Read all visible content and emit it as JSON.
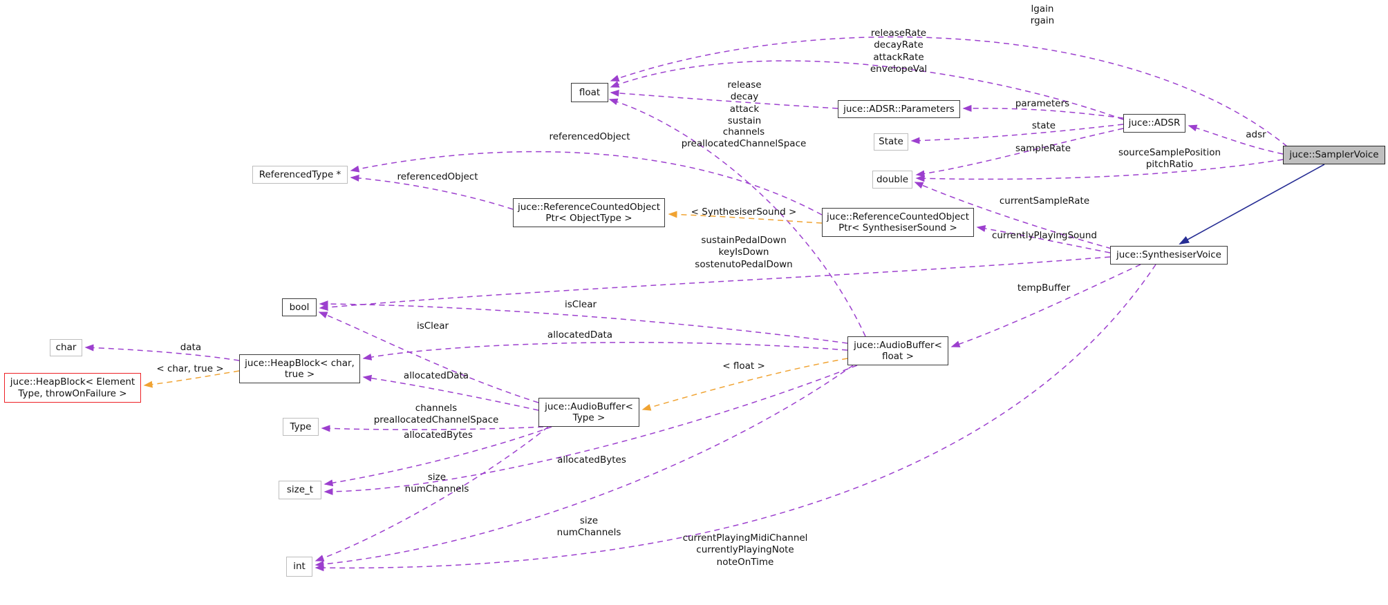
{
  "diagram": {
    "kind": "doxygen-collaboration-graph",
    "focus_class": "juce::SamplerVoice",
    "colors": {
      "usage_edge": "#9c3fce",
      "template_edge": "#f0a332",
      "inheritance_edge": "#262d94",
      "current_node_fill": "#bfbfbf",
      "error_node_border": "#ed1f24"
    },
    "nodes": [
      {
        "id": "n_float",
        "label": "float",
        "kind": "typedark"
      },
      {
        "id": "n_params",
        "label": "juce::ADSR::Parameters",
        "kind": "class"
      },
      {
        "id": "n_state",
        "label": "State",
        "kind": "type"
      },
      {
        "id": "n_double",
        "label": "double",
        "kind": "type"
      },
      {
        "id": "n_adsr",
        "label": "juce::ADSR",
        "kind": "class"
      },
      {
        "id": "n_sampler",
        "label": "juce::SamplerVoice",
        "kind": "current"
      },
      {
        "id": "n_synthvoice",
        "label": "juce::SynthesiserVoice",
        "kind": "class"
      },
      {
        "id": "n_reftype",
        "label": "ReferencedType *",
        "kind": "type"
      },
      {
        "id": "n_rcop_obj",
        "label": "juce::ReferenceCountedObject\nPtr< ObjectType >",
        "kind": "class"
      },
      {
        "id": "n_rcop_ss",
        "label": "juce::ReferenceCountedObject\nPtr< SynthesiserSound >",
        "kind": "class"
      },
      {
        "id": "n_bool",
        "label": "bool",
        "kind": "typedark"
      },
      {
        "id": "n_char",
        "label": "char",
        "kind": "type"
      },
      {
        "id": "n_heap_char",
        "label": "juce::HeapBlock< char,\ntrue >",
        "kind": "class"
      },
      {
        "id": "n_heap_elem",
        "label": "juce::HeapBlock< Element\nType, throwOnFailure >",
        "kind": "error"
      },
      {
        "id": "n_ab_float",
        "label": "juce::AudioBuffer<\nfloat >",
        "kind": "class"
      },
      {
        "id": "n_ab_type",
        "label": "juce::AudioBuffer<\nType >",
        "kind": "class"
      },
      {
        "id": "n_type",
        "label": "Type",
        "kind": "type"
      },
      {
        "id": "n_sizet",
        "label": "size_t",
        "kind": "type"
      },
      {
        "id": "n_int",
        "label": "int",
        "kind": "type"
      }
    ],
    "edges": [
      {
        "id": "e_lgain",
        "from": "n_sampler",
        "to": "n_float",
        "label": "lgain\nrgain",
        "style": "usage"
      },
      {
        "id": "e_releaseRates",
        "from": "n_adsr",
        "to": "n_float",
        "label": "releaseRate\ndecayRate\nattackRate\nenvelopeVal",
        "style": "usage"
      },
      {
        "id": "e_release",
        "from": "n_params",
        "to": "n_float",
        "label": "release\ndecay\nattack\nsustain",
        "style": "usage"
      },
      {
        "id": "e_channels_f",
        "from": "n_ab_float",
        "to": "n_float",
        "label": "channels\npreallocatedChannelSpace",
        "style": "usage"
      },
      {
        "id": "e_parameters",
        "from": "n_adsr",
        "to": "n_params",
        "label": "parameters",
        "style": "usage"
      },
      {
        "id": "e_state",
        "from": "n_adsr",
        "to": "n_state",
        "label": "state",
        "style": "usage"
      },
      {
        "id": "e_sampleRate",
        "from": "n_adsr",
        "to": "n_double",
        "label": "sampleRate",
        "style": "usage"
      },
      {
        "id": "e_adsr",
        "from": "n_sampler",
        "to": "n_adsr",
        "label": "adsr",
        "style": "usage"
      },
      {
        "id": "e_srcpos",
        "from": "n_sampler",
        "to": "n_double",
        "label": "sourceSamplePosition\npitchRatio",
        "style": "usage"
      },
      {
        "id": "e_curSR",
        "from": "n_synthvoice",
        "to": "n_double",
        "label": "currentSampleRate",
        "style": "usage"
      },
      {
        "id": "e_curSound",
        "from": "n_synthvoice",
        "to": "n_rcop_ss",
        "label": "currentlyPlayingSound",
        "style": "usage"
      },
      {
        "id": "e_pedals",
        "from": "n_synthvoice",
        "to": "n_bool",
        "label": "sustainPedalDown\nkeyIsDown\nsostenutoPedalDown",
        "style": "usage"
      },
      {
        "id": "e_tempBuffer",
        "from": "n_synthvoice",
        "to": "n_ab_float",
        "label": "tempBuffer",
        "style": "usage"
      },
      {
        "id": "e_midi",
        "from": "n_synthvoice",
        "to": "n_int",
        "label": "currentPlayingMidiChannel\ncurrentlyPlayingNote\nnoteOnTime",
        "style": "usage"
      },
      {
        "id": "e_refobj1",
        "from": "n_rcop_ss",
        "to": "n_reftype",
        "label": "referencedObject",
        "style": "usage"
      },
      {
        "id": "e_refobj2",
        "from": "n_rcop_obj",
        "to": "n_reftype",
        "label": "referencedObject",
        "style": "usage"
      },
      {
        "id": "e_tmpl_ss",
        "from": "n_rcop_ss",
        "to": "n_rcop_obj",
        "label": "< SynthesiserSound >",
        "style": "template"
      },
      {
        "id": "e_isClear1",
        "from": "n_ab_float",
        "to": "n_bool",
        "label": "isClear",
        "style": "usage"
      },
      {
        "id": "e_allocData1",
        "from": "n_ab_float",
        "to": "n_heap_char",
        "label": "allocatedData",
        "style": "usage"
      },
      {
        "id": "e_isClear2",
        "from": "n_ab_type",
        "to": "n_bool",
        "label": "isClear",
        "style": "usage"
      },
      {
        "id": "e_allocData2",
        "from": "n_ab_type",
        "to": "n_heap_char",
        "label": "allocatedData",
        "style": "usage"
      },
      {
        "id": "e_tmpl_float",
        "from": "n_ab_float",
        "to": "n_ab_type",
        "label": "< float >",
        "style": "template"
      },
      {
        "id": "e_channels_t",
        "from": "n_ab_type",
        "to": "n_type",
        "label": "channels\npreallocatedChannelSpace",
        "style": "usage"
      },
      {
        "id": "e_allocBytes1",
        "from": "n_ab_type",
        "to": "n_sizet",
        "label": "allocatedBytes",
        "style": "usage"
      },
      {
        "id": "e_allocBytes2",
        "from": "n_ab_float",
        "to": "n_sizet",
        "label": "allocatedBytes",
        "style": "usage"
      },
      {
        "id": "e_size1",
        "from": "n_ab_type",
        "to": "n_int",
        "label": "size\nnumChannels",
        "style": "usage"
      },
      {
        "id": "e_size2",
        "from": "n_ab_float",
        "to": "n_int",
        "label": "size\nnumChannels",
        "style": "usage"
      },
      {
        "id": "e_data",
        "from": "n_heap_char",
        "to": "n_char",
        "label": "data",
        "style": "usage"
      },
      {
        "id": "e_tmpl_char",
        "from": "n_heap_char",
        "to": "n_heap_elem",
        "label": "< char, true >",
        "style": "template"
      },
      {
        "id": "e_inherit",
        "from": "n_sampler",
        "to": "n_synthvoice",
        "label": "",
        "style": "inheritance"
      }
    ]
  }
}
